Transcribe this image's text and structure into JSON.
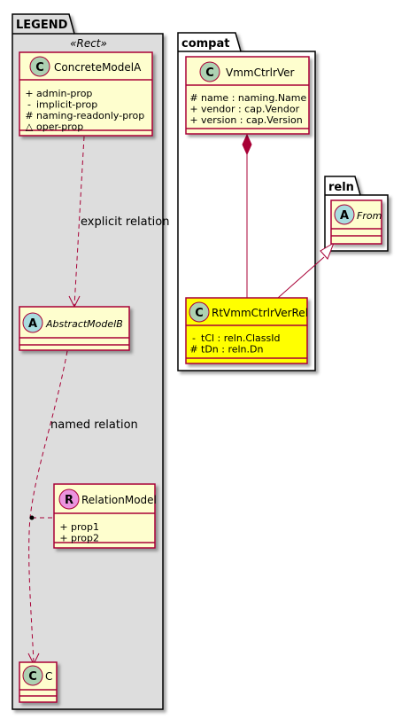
{
  "colors": {
    "package_fill_legend": "#dddddd",
    "package_fill": "#ffffff",
    "class_fill": "#fefece",
    "class_fill_highlight": "#ffff00",
    "class_border": "#a80036",
    "circle_class": "#add1b2",
    "circle_abstract": "#a9dcdf",
    "circle_relation": "#eb93df",
    "edge": "#a80036",
    "text": "#000000"
  },
  "packages": {
    "legend": {
      "title": "LEGEND",
      "stereotype": "«Rect»"
    },
    "compat": {
      "title": "compat"
    },
    "reln": {
      "title": "reln"
    }
  },
  "classes": {
    "concrete_model_a": {
      "glyph": "C",
      "name": "ConcreteModelA",
      "members": [
        {
          "vis": "+",
          "text": "admin-prop"
        },
        {
          "vis": "-",
          "text": "implicit-prop"
        },
        {
          "vis": "#",
          "text": "naming-readonly-prop"
        },
        {
          "vis": "~",
          "text": "oper-prop"
        }
      ]
    },
    "abstract_model_b": {
      "glyph": "A",
      "name": "AbstractModelB",
      "members": []
    },
    "relation_model": {
      "glyph": "R",
      "name": "RelationModel",
      "members": [
        {
          "vis": "+",
          "text": "prop1"
        },
        {
          "vis": "+",
          "text": "prop2"
        }
      ]
    },
    "c": {
      "glyph": "C",
      "name": "C",
      "members": []
    },
    "vmm_ctrlr_ver": {
      "glyph": "C",
      "name": "VmmCtrlrVer",
      "members": [
        {
          "vis": "#",
          "text": "name : naming.Name"
        },
        {
          "vis": "+",
          "text": "vendor : cap.Vendor"
        },
        {
          "vis": "+",
          "text": "version : cap.Version"
        }
      ]
    },
    "rt_vmm_ctrlr_ver_rel": {
      "glyph": "C",
      "name": "RtVmmCtrlrVerRel",
      "members": [
        {
          "vis": "-",
          "text": "tCl : reln.ClassId"
        },
        {
          "vis": "#",
          "text": "tDn : reln.Dn"
        }
      ]
    },
    "from": {
      "glyph": "A",
      "name": "From",
      "members": []
    }
  },
  "edges": {
    "explicit_relation": "explicit relation",
    "named_relation": "named relation"
  }
}
